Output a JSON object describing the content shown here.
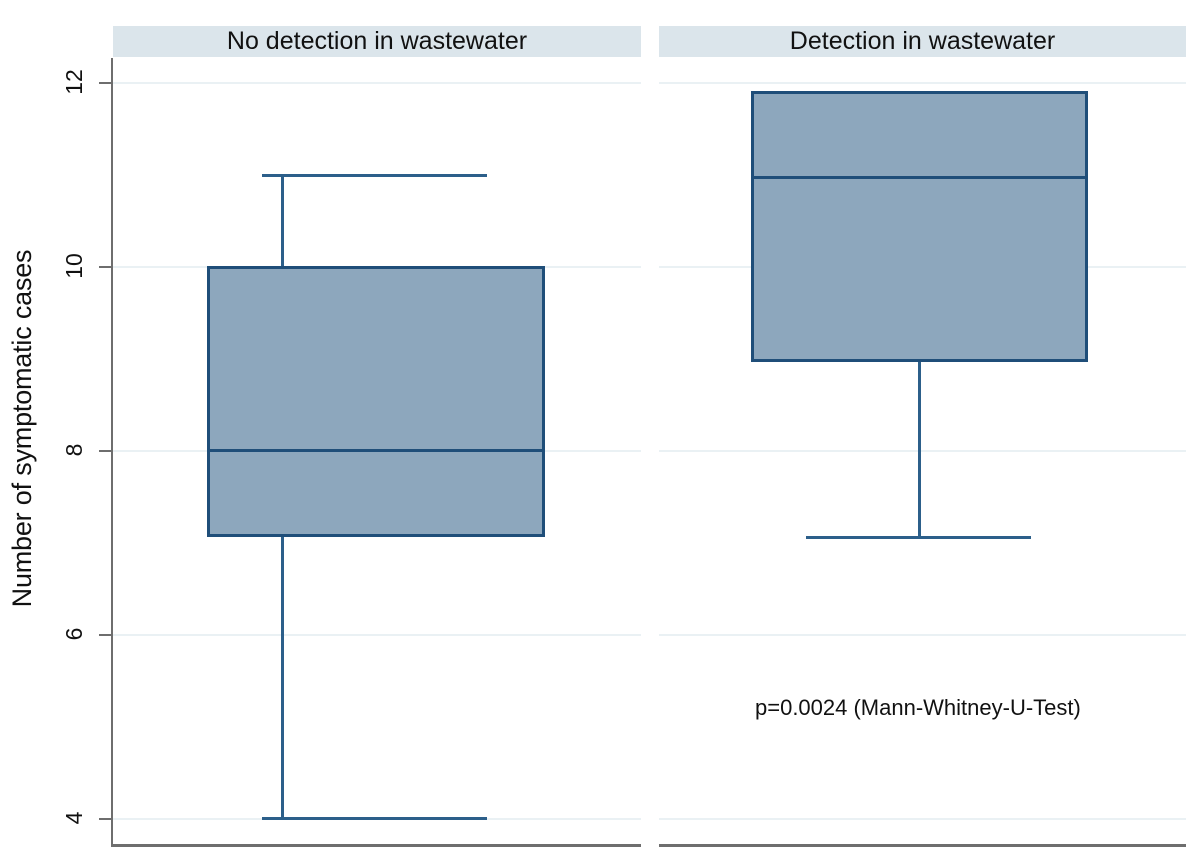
{
  "chart_data": {
    "type": "box",
    "title": "",
    "xlabel": "",
    "ylabel": "Number of symptomatic cases",
    "ylim": [
      3.7,
      12.3
    ],
    "yticks": [
      4,
      6,
      8,
      10,
      12
    ],
    "ytick_labels": [
      "4",
      "6",
      "8",
      "10",
      "12"
    ],
    "grid": true,
    "legend": "none",
    "panels": [
      {
        "label": "No detection in wastewater",
        "whisker_low": 4,
        "q1": 7,
        "median": 8,
        "q3": 10,
        "whisker_high": 11,
        "outliers": []
      },
      {
        "label": "Detection in wastewater",
        "whisker_low": 7,
        "q1": 9,
        "median": 11,
        "q3": 12,
        "whisker_high": 12,
        "outliers": []
      }
    ],
    "annotations": [
      {
        "text": "p=0.0024 (Mann-Whitney-U-Test)",
        "panel": "Detection in wastewater"
      }
    ],
    "colors": {
      "box_fill": "#8da7bd",
      "box_border": "#1f4e79",
      "whisker": "#2c5f8a",
      "panel_header_bg": "#dbe5eb",
      "gridline": "#eaf1f4",
      "axis": "#6e6e6e",
      "text": "#111111",
      "background": "#ffffff"
    }
  },
  "axis": {
    "y_title": "Number of symptomatic cases",
    "ticks": [
      {
        "label": "12"
      },
      {
        "label": "10"
      },
      {
        "label": "8"
      },
      {
        "label": "6"
      },
      {
        "label": "4"
      }
    ]
  },
  "panels": {
    "left": {
      "header": "No detection in wastewater"
    },
    "right": {
      "header": "Detection in wastewater"
    }
  },
  "annotation": {
    "p_value_text": "p=0.0024 (Mann-Whitney-U-Test)"
  }
}
